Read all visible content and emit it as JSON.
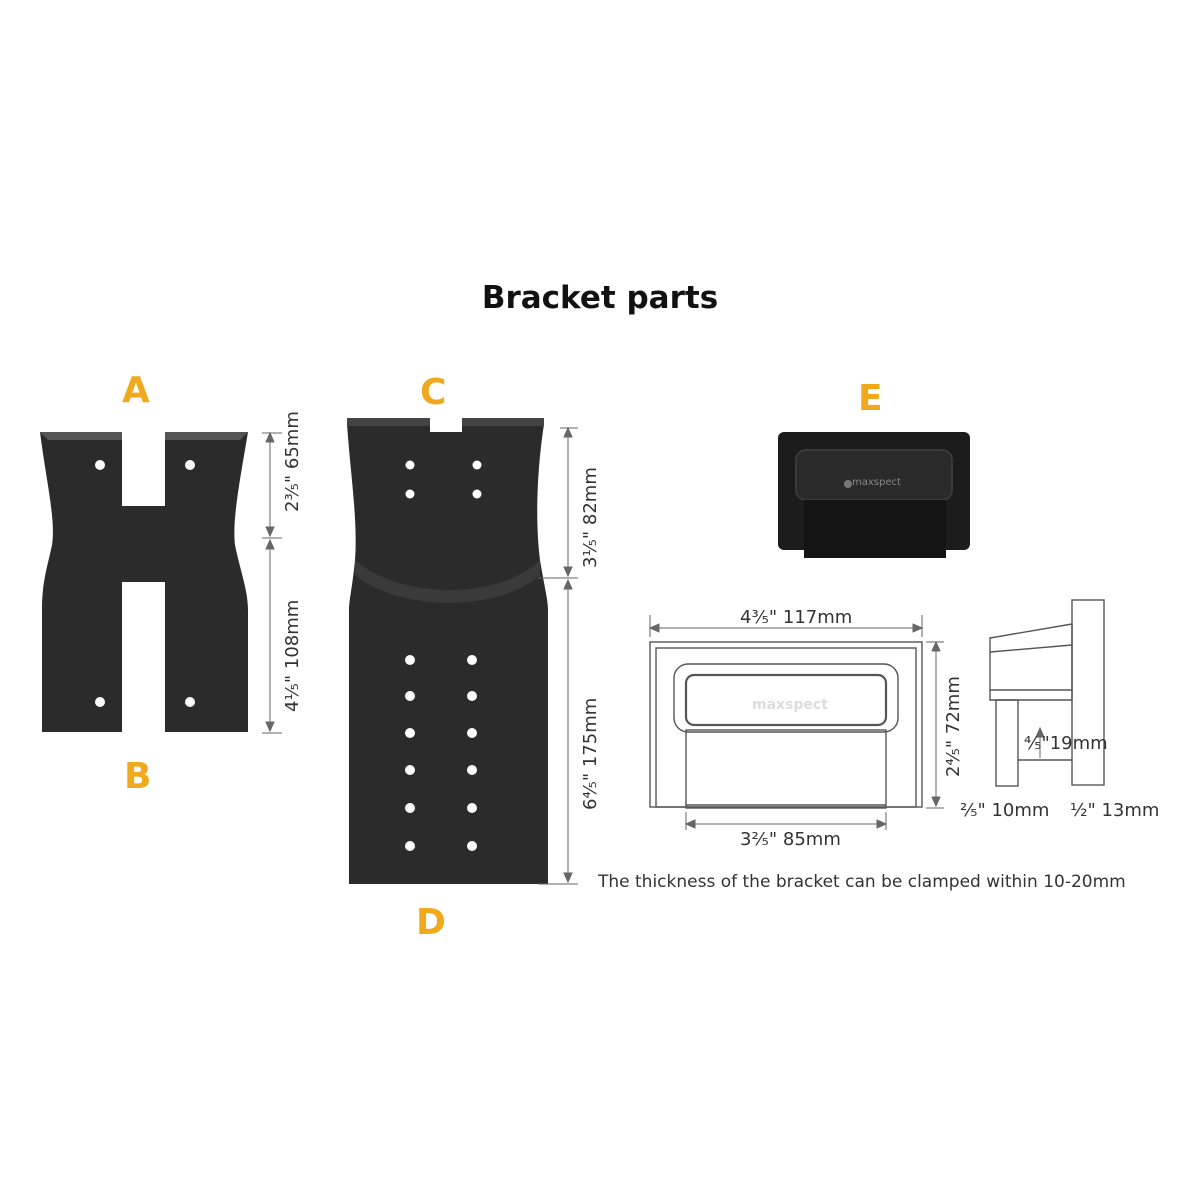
{
  "title": "Bracket parts",
  "parts": {
    "a": "A",
    "b": "B",
    "c": "C",
    "d": "D",
    "e": "E"
  },
  "dimensions": {
    "ab_top": "2³⁄₅\" 65mm",
    "ab_bottom": "4¹⁄₅\" 108mm",
    "cd_top": "3¹⁄₅\" 82mm",
    "cd_bottom": "6⁴⁄₅\" 175mm",
    "e_width": "4³⁄₅\" 117mm",
    "e_inner_width": "3²⁄₅\" 85mm",
    "e_height": "2⁴⁄₅\" 72mm",
    "e_side_depth": "⁴⁄₅\"19mm",
    "e_side_gap": "²⁄₅\" 10mm",
    "e_side_width": "½\" 13mm"
  },
  "note": "The thickness of the bracket can be clamped within 10-20mm",
  "brand": "maxspect",
  "colors": {
    "part_label": "#f0a91c",
    "plate": "#2b2b2b"
  }
}
